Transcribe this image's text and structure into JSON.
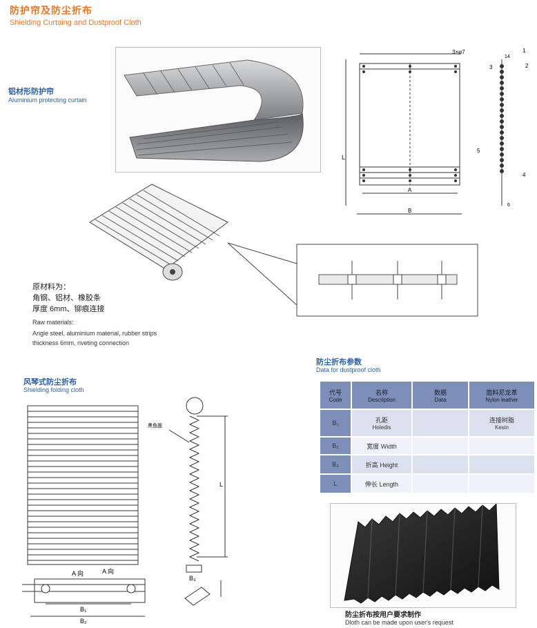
{
  "header": {
    "title_cn": "防护帘及防尘折布",
    "title_en": "Shielding Curtaing and Dustproof Cloth"
  },
  "aluminium": {
    "label_cn": "铝材形防护帘",
    "label_en": "Aluminium protecting curtain"
  },
  "drawing_top": {
    "dim_top": "3×φ7",
    "dim_L": "L",
    "dim_A": "A",
    "dim_B": "B",
    "callout_1": "1",
    "callout_2": "2",
    "callout_3": "3",
    "callout_4": "4",
    "callout_5": "5",
    "dim_14": "14",
    "dim_6": "6"
  },
  "raw_materials": {
    "lines_cn": [
      "原材料为：",
      "角钢、铝材、橡胶条",
      "厚度 6mm、铆痕连接"
    ],
    "lines_en": [
      "Raw materials:",
      "Angle steel, aluminium material, rubber strips",
      "thickness 6mm, riveting connection"
    ]
  },
  "folding": {
    "title_cn": "风琴式防尘折布",
    "title_en": "Shielding folding cloth",
    "label_dir1": "A 向",
    "label_dir2": "A 向",
    "label_black": "黑色面",
    "dim_L": "L",
    "dim_B1": "B₁",
    "dim_B2": "B₂",
    "dim_B3": "B₃"
  },
  "dustproof": {
    "title_cn": "防尘折布参数",
    "title_en": "Data for dustproof cloth",
    "headers": [
      {
        "cn": "代号",
        "en": "Code"
      },
      {
        "cn": "名称",
        "en": "Description"
      },
      {
        "cn": "数据",
        "en": "Data"
      },
      {
        "cn": "面料尼龙革",
        "en": "Nylon leather"
      }
    ],
    "rows": [
      {
        "code": "B₁",
        "desc_cn": "孔距",
        "desc_en": "Holedis",
        "data": "",
        "material_cn": "连接树脂",
        "material_en": "Kesin"
      },
      {
        "code": "B₂",
        "desc_cn": "宽度",
        "desc_en": "Width",
        "data": "",
        "material_cn": "",
        "material_en": ""
      },
      {
        "code": "B₃",
        "desc_cn": "折高",
        "desc_en": "Height",
        "data": "",
        "material_cn": "",
        "material_en": ""
      },
      {
        "code": "L",
        "desc_cn": "伸长",
        "desc_en": "Length",
        "data": "",
        "material_cn": "",
        "material_en": ""
      }
    ],
    "caption_cn": "防尘折布按用户要求制作",
    "caption_en": "Dloth can be made upon user's request"
  },
  "colors": {
    "accent": "#e8762a",
    "blue": "#2c5fa0",
    "table_header": "#7d8fb8",
    "table_row": "#dbe1ef"
  }
}
